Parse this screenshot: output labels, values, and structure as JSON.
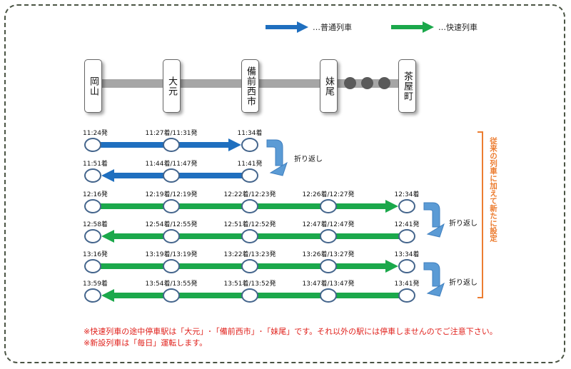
{
  "legend": [
    {
      "label": "…普通列車",
      "type": "local",
      "color": "#1f6fbf"
    },
    {
      "label": "…快速列車",
      "type": "rapid",
      "color": "#1ba84b"
    }
  ],
  "colors": {
    "local": "#1f6fbf",
    "rapid": "#1ba84b",
    "circle_stroke": "#44658c",
    "turnaround": "#5b9bd5",
    "bracket": "#ec7d31",
    "note": "#e0201b"
  },
  "stations": [
    {
      "name": "岡山"
    },
    {
      "name": "大元"
    },
    {
      "name": "備前西市"
    },
    {
      "name": "妹尾"
    },
    {
      "name": "茶屋町"
    }
  ],
  "schedules": [
    {
      "type": "local",
      "direction": "down",
      "stops": [
        "11:24発",
        "11:27着/11:31発",
        "11:34着"
      ]
    },
    {
      "type": "local",
      "direction": "up",
      "stops": [
        "11:51着",
        "11:44着/11:47発",
        "11:41発"
      ]
    },
    {
      "type": "rapid",
      "direction": "down",
      "stops": [
        "12:16発",
        "12:19着/12:19発",
        "12:22着/12:23発",
        "12:26着/12:27発",
        "12:34着"
      ]
    },
    {
      "type": "rapid",
      "direction": "up",
      "stops": [
        "12:58着",
        "12:54着/12:55発",
        "12:51着/12:52発",
        "12:47着/12:47発",
        "12:41発"
      ]
    },
    {
      "type": "rapid",
      "direction": "down",
      "stops": [
        "13:16発",
        "13:19着/13:19発",
        "13:22着/13:23発",
        "13:26着/13:27発",
        "13:34着"
      ]
    },
    {
      "type": "rapid",
      "direction": "up",
      "stops": [
        "13:59着",
        "13:54着/13:55発",
        "13:51着/13:52発",
        "13:47着/13:47発",
        "13:41発"
      ]
    }
  ],
  "turnaround_label": "折り返し",
  "bracket_label": "従来の列車に加えて新たに設定",
  "notes": [
    "※快速列車の途中停車駅は「大元」･「備前西市」･「妹尾」です。それ以外の駅には停車しませんのでご注意下さい。",
    "※新設列車は「毎日」運転します。"
  ]
}
